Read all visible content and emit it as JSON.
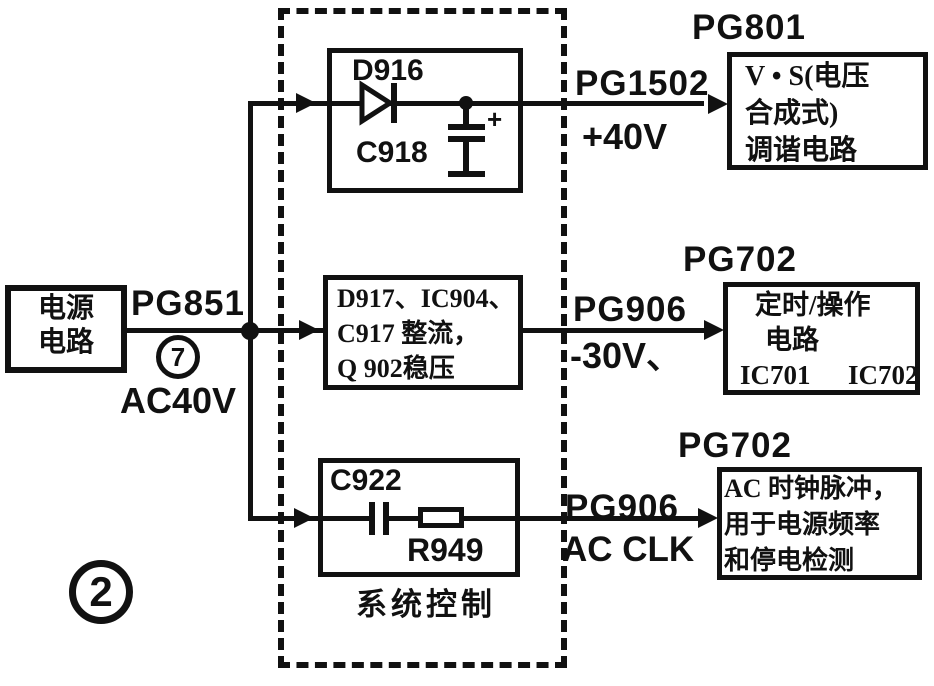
{
  "figure": {
    "number": "2"
  },
  "source": {
    "box_line1": "电源",
    "box_line2": "电路",
    "wire_label": "PG851",
    "pin": "7",
    "voltage": "AC40V"
  },
  "dashed_module": {
    "caption": "系统控制"
  },
  "block_rectifier1": {
    "diode": "D916",
    "capacitor": "C918",
    "polarity": "+"
  },
  "block_regulator": {
    "line1": "D917、IC904、",
    "line2": "C917 整流，",
    "line3": "Q 902稳压"
  },
  "block_clock": {
    "capacitor": "C922",
    "resistor": "R949"
  },
  "out_tuning": {
    "connector": "PG801",
    "wire_label": "PG1502",
    "signal": "+40V",
    "line1": "V • S(电压",
    "line2": "合成式)",
    "line3": "调谐电路"
  },
  "out_timer": {
    "connector": "PG702",
    "wire_label": "PG906",
    "signal": "-30V、",
    "line1": "定时/操作",
    "line2": "电路",
    "line3": "IC701  IC702"
  },
  "out_acclk": {
    "connector": "PG702",
    "wire_label": "PG906",
    "signal": "AC CLK",
    "line1": "AC 时钟脉冲，",
    "line2": "用于电源频率",
    "line3": "和停电检测"
  }
}
